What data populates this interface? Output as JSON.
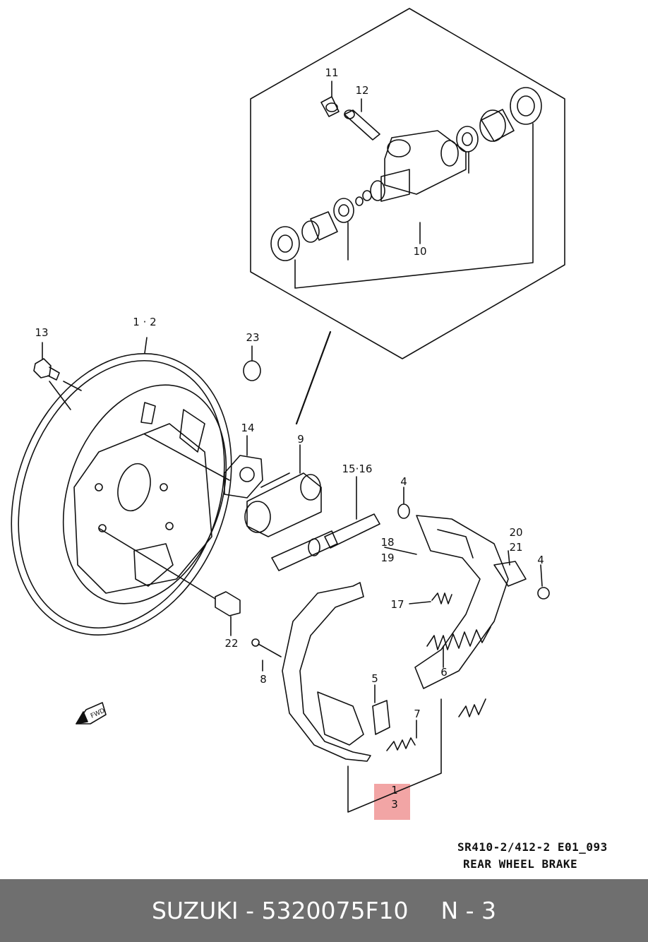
{
  "callouts": {
    "p11": "11",
    "p12": "12",
    "p10": "10",
    "p13": "13",
    "p1_2": "1 · 2",
    "p23": "23",
    "p14": "14",
    "p9": "9",
    "p15_16": "15·16",
    "p4a": "4",
    "p4b": "4",
    "p20": "20",
    "p21": "21",
    "p18": "18",
    "p19": "19",
    "p17": "17",
    "p6": "6",
    "p22": "22",
    "p8": "8",
    "p5": "5",
    "p7": "7",
    "p3_top": "1",
    "p3": "3"
  },
  "fwd_label": "FWD",
  "diagram_code": "SR410-2/412-2 E01_093",
  "diagram_caption": "REAR WHEEL BRAKE",
  "footer": {
    "brand_part": "SUZUKI - 5320075F10",
    "position": "N - 3"
  },
  "colors": {
    "highlight": "#f2a5a5",
    "footer_bg": "#6f6f6f",
    "footer_text": "#ffffff"
  }
}
